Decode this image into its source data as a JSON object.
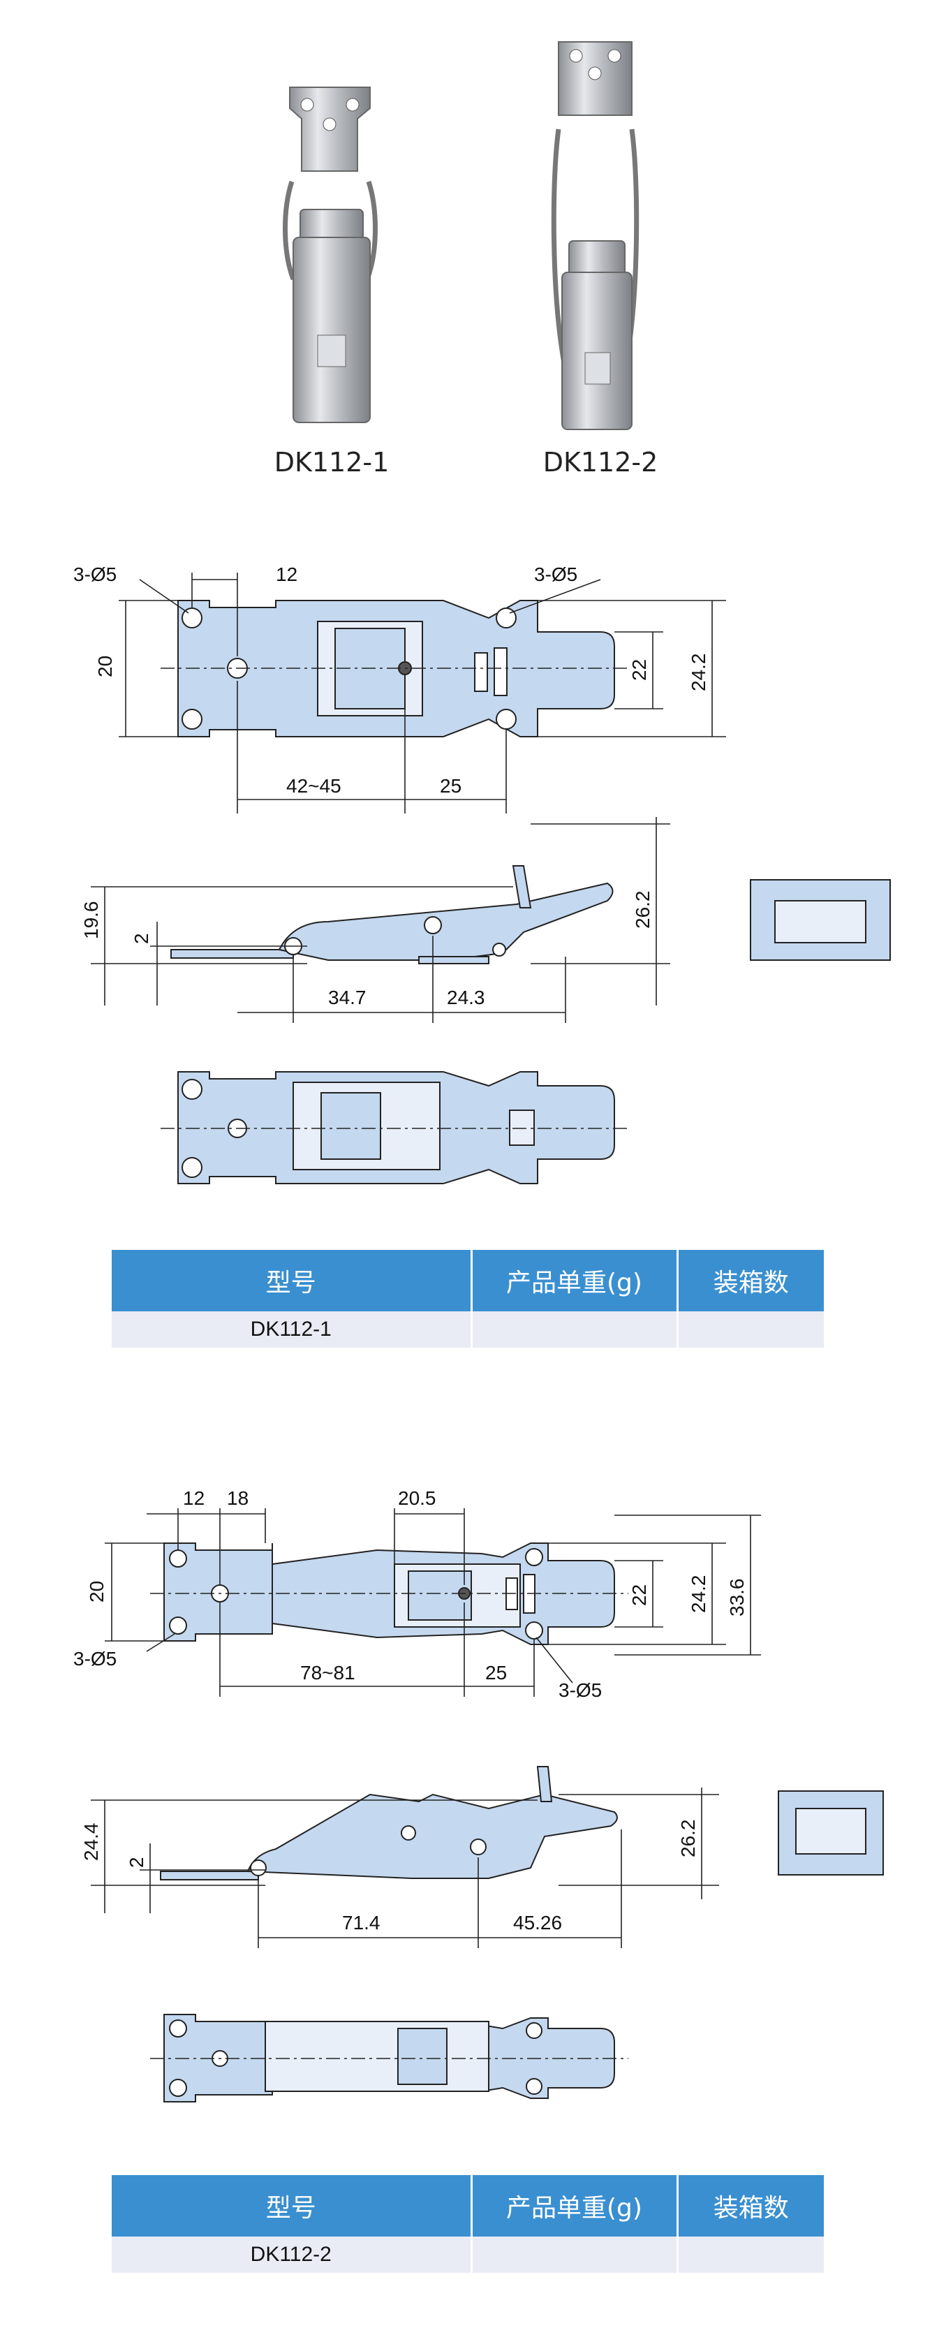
{
  "products": {
    "photo1_label": "DK112-1",
    "photo2_label": "DK112-2"
  },
  "drawing1": {
    "top": {
      "hole_callout_left": "3-Ø5",
      "dim_12": "12",
      "hole_callout_right": "3-Ø5",
      "dim_20": "20",
      "dim_22": "22",
      "dim_24_2": "24.2",
      "dim_42_45": "42~45",
      "dim_25": "25"
    },
    "side": {
      "dim_19_6": "19.6",
      "dim_2": "2",
      "dim_26_2": "26.2",
      "dim_34_7": "34.7",
      "dim_24_3": "24.3"
    }
  },
  "table1": {
    "headers": [
      "型号",
      "产品单重(g)",
      "装箱数"
    ],
    "row": [
      "DK112-1",
      "",
      ""
    ]
  },
  "drawing2": {
    "top": {
      "dim_12": "12",
      "dim_18": "18",
      "dim_20_5": "20.5",
      "dim_20": "20",
      "hole_callout_left": "3-Ø5",
      "dim_22": "22",
      "dim_24_2": "24.2",
      "dim_33_6": "33.6",
      "dim_78_81": "78~81",
      "dim_25": "25",
      "hole_callout_right": "3-Ø5"
    },
    "side": {
      "dim_24_4": "24.4",
      "dim_2": "2",
      "dim_26_2": "26.2",
      "dim_71_4": "71.4",
      "dim_45_26": "45.26"
    }
  },
  "table2": {
    "headers": [
      "型号",
      "产品单重(g)",
      "装箱数"
    ],
    "row": [
      "DK112-2",
      "",
      ""
    ]
  },
  "colors": {
    "part_fill": "#c4d8ef",
    "line": "#222222",
    "header_blue": "#3a8fd0",
    "row_bg": "#e9ecf5"
  }
}
